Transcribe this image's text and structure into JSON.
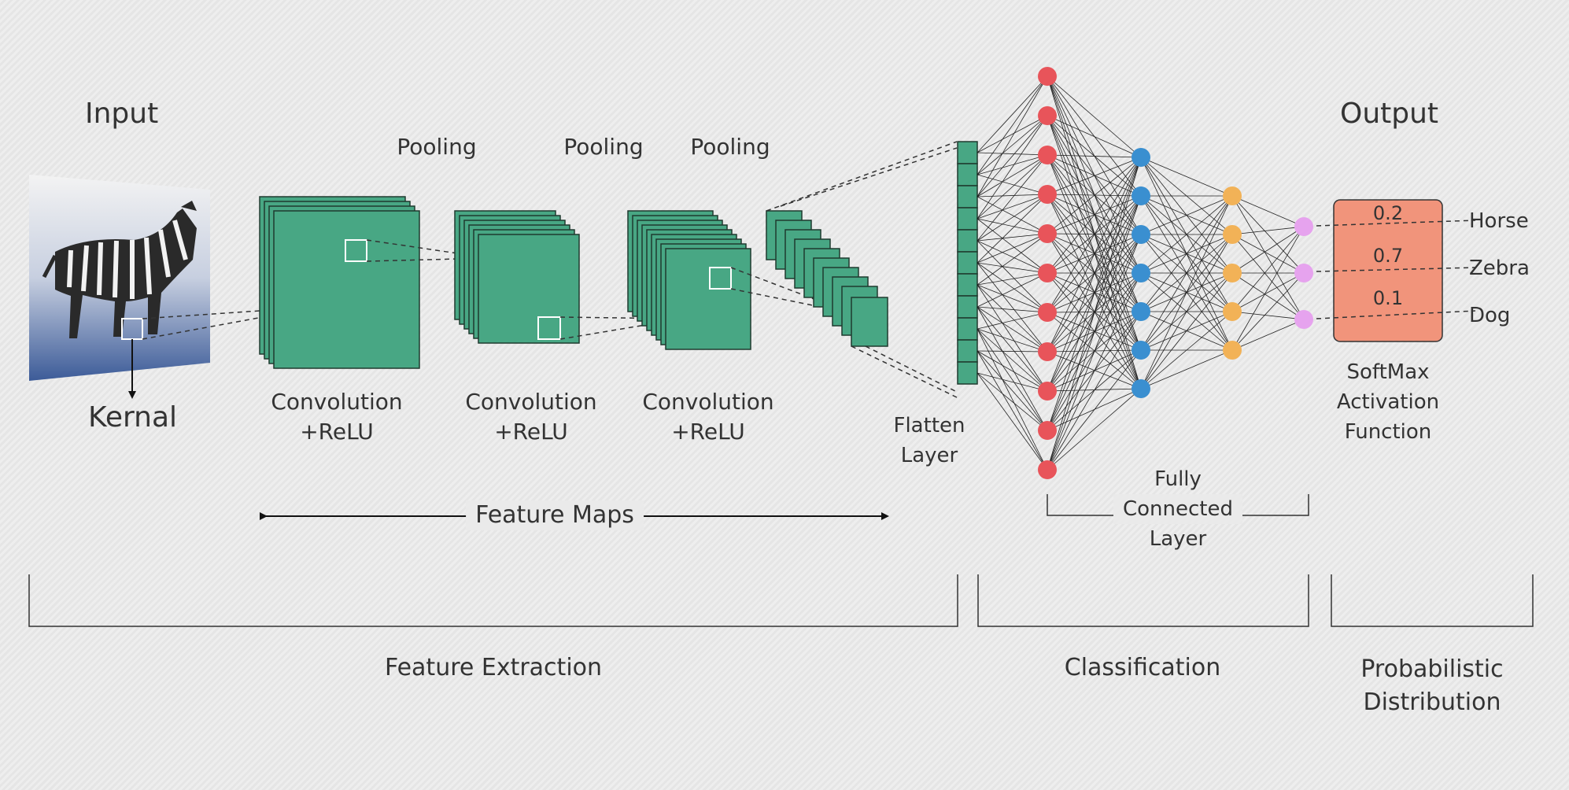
{
  "labels": {
    "input": "Input",
    "output": "Output",
    "kernal": "Kernal",
    "pooling": [
      "Pooling",
      "Pooling",
      "Pooling"
    ],
    "convolution": [
      "Convolution",
      "Convolution",
      "Convolution"
    ],
    "relu": [
      "+ReLU",
      "+ReLU",
      "+ReLU"
    ],
    "flatten": [
      "Flatten",
      "Layer"
    ],
    "feature_maps": "Feature Maps",
    "fully_connected": [
      "Fully",
      "Connected",
      "Layer"
    ],
    "softmax": [
      "SoftMax",
      "Activation",
      "Function"
    ],
    "feature_extraction": "Feature Extraction",
    "classification": "Classification",
    "probabilistic": [
      "Probabilistic",
      "Distribution"
    ]
  },
  "outputs": [
    {
      "value": "0.2",
      "label": "Horse"
    },
    {
      "value": "0.7",
      "label": "Zebra"
    },
    {
      "value": "0.1",
      "label": "Dog"
    }
  ],
  "network": {
    "layer_sizes": [
      11,
      7,
      5,
      3
    ],
    "layer_colors": [
      "#e8545a",
      "#3a8fd0",
      "#f2b257",
      "#e6a3ee"
    ]
  },
  "colors": {
    "feature_map": "#48a784",
    "feature_map_edge": "#1f3a2e",
    "softmax_box": "#f1947b",
    "text": "#333333"
  }
}
